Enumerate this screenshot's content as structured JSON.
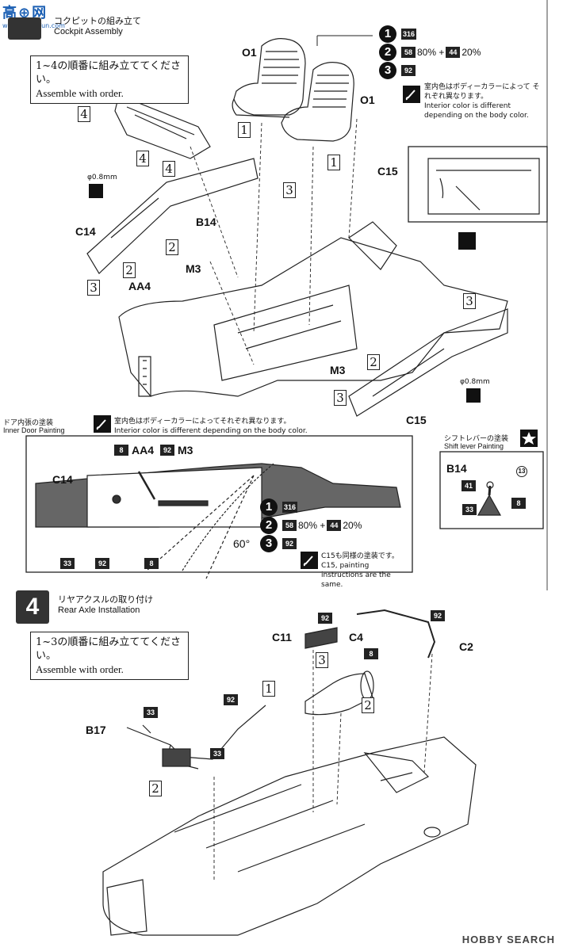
{
  "watermark": {
    "top_text": "高⊕网",
    "url": "www.hobbyfun.com",
    "bottom_text": "HOBBY SEARCH"
  },
  "step3": {
    "title_jp": "コクピットの組み立て",
    "title_en": "Cockpit Assembly",
    "note_jp": "1~4の順番に組み立ててください。",
    "note_en": "Assemble with order.",
    "legend": [
      {
        "num": "1",
        "text": "316",
        "boxed": true
      },
      {
        "num": "2",
        "parts": [
          "58",
          "80% + ",
          "44",
          "20%"
        ]
      },
      {
        "num": "3",
        "text": "92",
        "boxed": true
      }
    ],
    "interior_note_jp": "室内色はボディーカラーによって それぞれ異なります。",
    "interior_note_en": "Interior color is different depending on the body color.",
    "labels": {
      "o1a": "O1",
      "o1b": "O1",
      "c15": "C15",
      "c14": "C14",
      "b14": "B14",
      "m3a": "M3",
      "m3b": "M3",
      "aa4": "AA4",
      "c15b": "C15"
    },
    "drill_a": "φ0.8mm",
    "drill_b": "φ0.8mm"
  },
  "door": {
    "title_jp": "ドア内張の塗装",
    "title_en": "Inner Door Painting",
    "interior_note_jp": "室内色はボディーカラーによってそれぞれ異なります。",
    "interior_note_en": "Interior color is different depending on the body color.",
    "labels": {
      "c14": "C14",
      "aa4": "AA4",
      "m3": "M3",
      "p8a": "8",
      "p92a": "92",
      "p33": "33",
      "p92b": "92",
      "p8b": "8",
      "angle": "60°"
    },
    "legend": [
      {
        "num": "1",
        "text": "316"
      },
      {
        "num": "2",
        "parts": [
          "58",
          "80% + ",
          "44",
          "20%"
        ]
      },
      {
        "num": "3",
        "text": "92"
      }
    ],
    "c15_note_jp": "C15も同様の塗装です。",
    "c15_note_en": "C15, painting instructions are the same."
  },
  "shift": {
    "title_jp": "シフトレバーの塗装",
    "title_en": "Shift lever Painting",
    "labels": {
      "b14": "B14",
      "p41": "41",
      "p13": "13",
      "p33": "33",
      "p8": "8"
    }
  },
  "step4": {
    "number": "4",
    "title_jp": "リヤアクスルの取り付け",
    "title_en": "Rear Axle Installation",
    "note_jp": "1~3の順番に組み立ててください。",
    "note_en": "Assemble with order.",
    "labels": {
      "c11": "C11",
      "c4": "C4",
      "c2": "C2",
      "b17": "B17",
      "p92a": "92",
      "p92b": "92",
      "p92c": "92",
      "p8": "8",
      "p33a": "33",
      "p33b": "33"
    }
  }
}
